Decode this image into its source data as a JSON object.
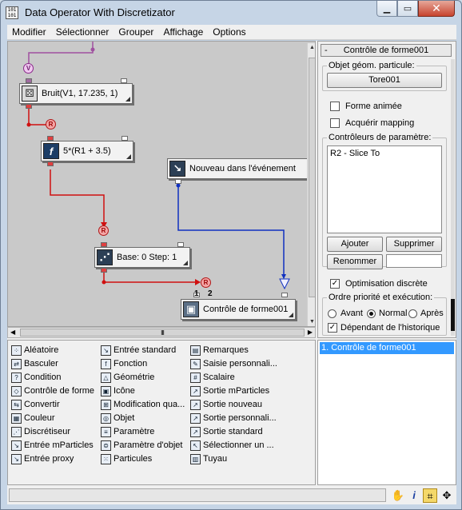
{
  "window": {
    "title": "Data Operator With Discretizator",
    "icon_text": "1 0 1\n1 0 1"
  },
  "menu": [
    "Modifier",
    "Sélectionner",
    "Grouper",
    "Affichage",
    "Options"
  ],
  "canvas": {
    "nodes": {
      "bruit": "Bruit(V1, 17.235, 1)",
      "fonction": "5*(R1 + 3.5)",
      "nouveau": "Nouveau dans l'événement",
      "discretiseur": "Base: 0  Step: 1",
      "controle": "Contrôle de forme001"
    },
    "badges": {
      "v": "V",
      "r": "R"
    },
    "output_pin_labels": [
      "1",
      "2"
    ],
    "hscroll_thumb": "III"
  },
  "rightpanel": {
    "rollout_title": "Contrôle de forme001",
    "rollout_minus": "-",
    "geom_group_title": "Objet géom. particule:",
    "geom_button": "Tore001",
    "forme_animee": "Forme animée",
    "acquerir_mapping": "Acquérir mapping",
    "controleurs_title": "Contrôleurs de paramètre:",
    "controleurs_items": [
      "R2 - Slice To"
    ],
    "ajouter": "Ajouter",
    "supprimer": "Supprimer",
    "renommer": "Renommer",
    "rename_value": "",
    "optimisation": "Optimisation discrète",
    "priorite_title": "Ordre priorité et exécution:",
    "avant": "Avant",
    "normal": "Normal",
    "apres": "Après",
    "dependant": "Dépendant de l'historique"
  },
  "depot": {
    "col1": [
      "Aléatoire",
      "Basculer",
      "Condition",
      "Contrôle de forme",
      "Convertir",
      "Couleur",
      "Discrétiseur",
      "Entrée mParticles",
      "Entrée proxy"
    ],
    "col2": [
      "Entrée standard",
      "Fonction",
      "Géométrie",
      "Icône",
      "Modification qua...",
      "Objet",
      "Paramètre",
      "Paramètre d'objet",
      "Particules"
    ],
    "col3": [
      "Remarques",
      "Saisie personnali...",
      "Scalaire",
      "Sortie mParticles",
      "Sortie nouveau",
      "Sortie personnali...",
      "Sortie standard",
      "Sélectionner un ...",
      "Tuyau"
    ],
    "icons1": [
      "⁘",
      "⇄",
      "?",
      "◇",
      "⇆",
      "▦",
      "⋰",
      "↘",
      "↘"
    ],
    "icons2": [
      "↘",
      "f",
      "△",
      "▣",
      "⊞",
      "◎",
      "≡",
      "⊜",
      "⁙"
    ],
    "icons3": [
      "▤",
      "✎",
      "#",
      "↗",
      "↗",
      "↗",
      "↗",
      "↖",
      "▥"
    ]
  },
  "eventlist": {
    "items": [
      "1. Contrôle de forme001"
    ]
  },
  "statusbar": {
    "icons": [
      "hand-icon",
      "info-icon",
      "select-icon",
      "navigate-icon"
    ],
    "glyphs": [
      "✋",
      "i",
      "⌗",
      "✥"
    ]
  }
}
